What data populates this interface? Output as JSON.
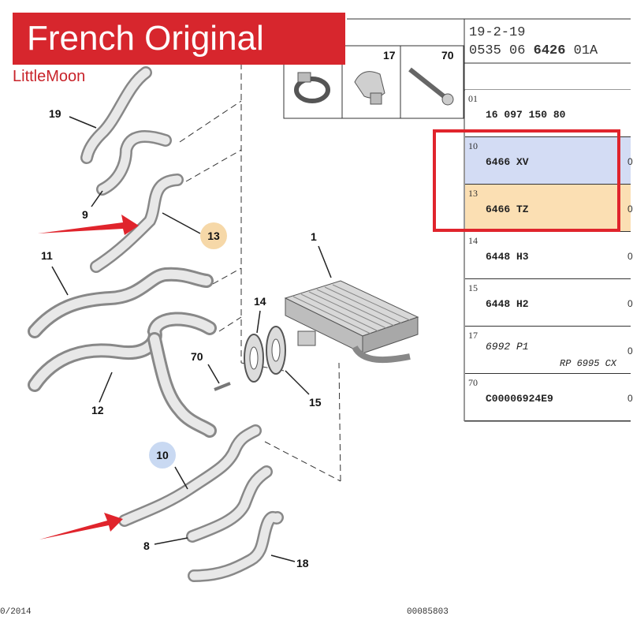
{
  "banner": {
    "title": "French Original"
  },
  "watermark": "LittleMoon",
  "header": {
    "date": "19-2-19",
    "ref_prefix": "0535 06",
    "ref_bold": "6426",
    "ref_suffix": "01A"
  },
  "top_parts": [
    "17",
    "70"
  ],
  "callouts": {
    "c1": "1",
    "c8": "8",
    "c9": "9",
    "c10": "10",
    "c11": "11",
    "c12": "12",
    "c13": "13",
    "c14": "14",
    "c15": "15",
    "c18": "18",
    "c19": "19",
    "c70": "70"
  },
  "table": {
    "rows": [
      {
        "num": "01",
        "value": "16 097 150 80",
        "trail": "",
        "color": "#ffffff"
      },
      {
        "num": "10",
        "value": "6466 XV",
        "trail": "0",
        "color": "#d3dcf4"
      },
      {
        "num": "13",
        "value": "6466 TZ",
        "trail": "0",
        "color": "#fbdfb3"
      },
      {
        "num": "14",
        "value": "6448 H3",
        "trail": "0",
        "color": "#ffffff"
      },
      {
        "num": "15",
        "value": "6448 H2",
        "trail": "0",
        "color": "#ffffff"
      },
      {
        "num": "17",
        "value": "6992 P1",
        "sub": "RP 6995 CX",
        "trail": "0",
        "color": "#ffffff"
      },
      {
        "num": "70",
        "value": "C00006924E9",
        "trail": "0",
        "color": "#ffffff"
      }
    ]
  },
  "footer": {
    "left": "0/2014",
    "right": "00085803"
  },
  "colors": {
    "accent_red": "#d7262d",
    "highlight_blue": "#d3dcf4",
    "highlight_orange": "#fbdfb3"
  },
  "icons": [
    "hose-clamp-icon",
    "connector-icon",
    "screw-icon",
    "heater-radiator-icon",
    "arrow-pointer-icon"
  ]
}
